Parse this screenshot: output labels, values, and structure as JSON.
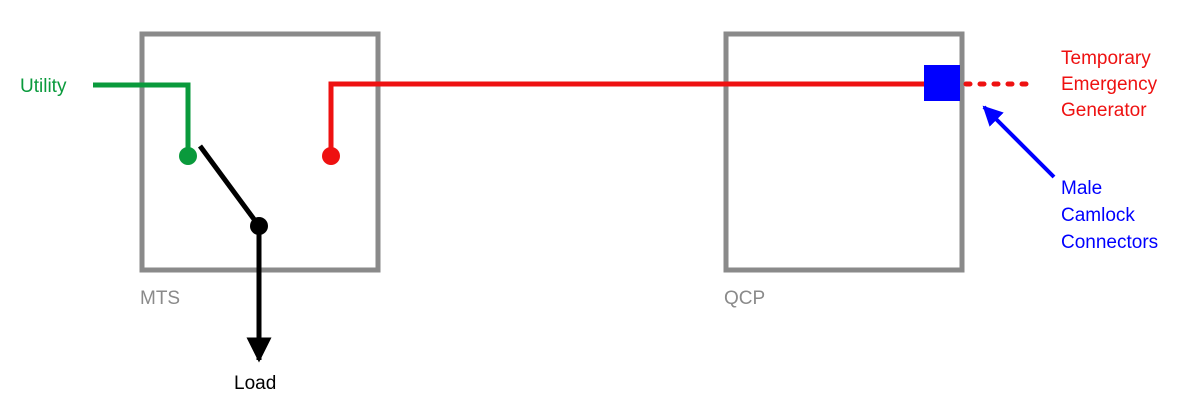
{
  "colors": {
    "utility": "#0a9a3c",
    "generator": "#ee1111",
    "connector": "#0000ff",
    "box": "#8a8a8a",
    "load": "#000000"
  },
  "labels": {
    "utility": "Utility",
    "mts": "MTS",
    "qcp": "QCP",
    "load": "Load",
    "generator_lines": [
      "Temporary",
      "Emergency",
      "Generator"
    ],
    "connector_lines": [
      "Male",
      "Camlock",
      "Connectors"
    ]
  }
}
